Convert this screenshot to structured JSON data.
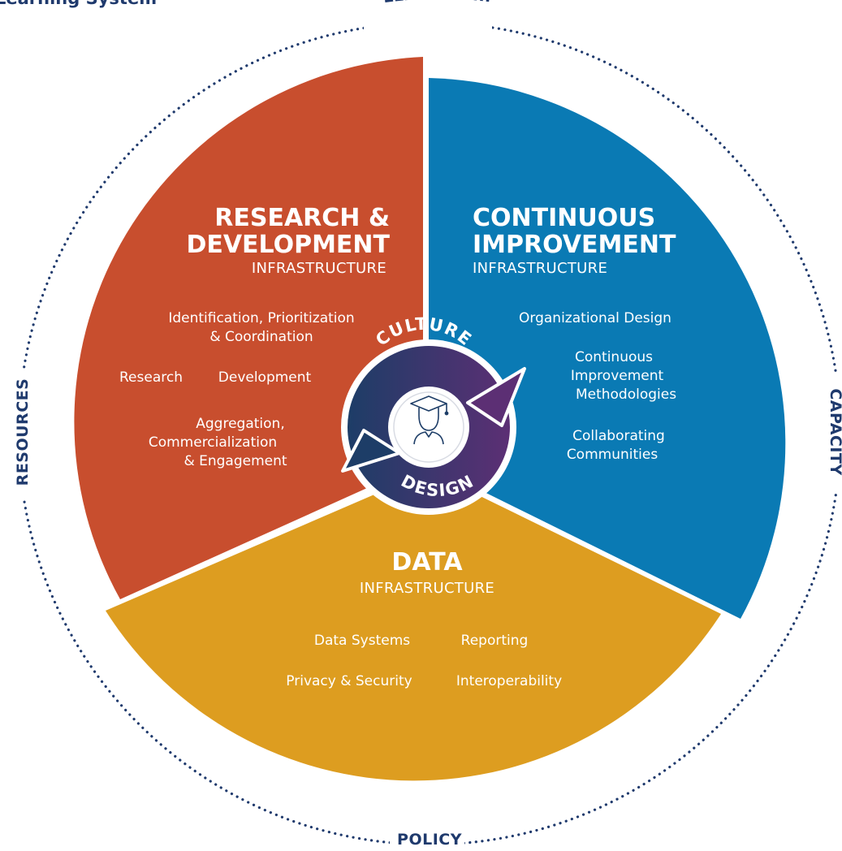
{
  "header": {
    "title": "Learning System"
  },
  "ring_labels": {
    "top": "LEADERSHIP",
    "left": "RESOURCES",
    "right": "CAPACITY",
    "bottom": "POLICY"
  },
  "sectors": {
    "research": {
      "title_line1": "RESEARCH &",
      "title_line2": "DEVELOPMENT",
      "subtitle": "INFRASTRUCTURE",
      "items": [
        "Identification, Prioritization",
        "& Coordination",
        "Research",
        "Development",
        "Aggregation,",
        "Commercialization",
        "& Engagement"
      ],
      "color": "#c84e2e"
    },
    "continuous": {
      "title_line1": "CONTINUOUS",
      "title_line2": "IMPROVEMENT",
      "subtitle": "INFRASTRUCTURE",
      "items": [
        "Organizational Design",
        "Continuous",
        "Improvement",
        "Methodologies",
        "Collaborating",
        "Communities"
      ],
      "color": "#0a7ab4"
    },
    "data": {
      "title": "DATA",
      "subtitle": "INFRASTRUCTURE",
      "items": [
        "Data Systems",
        "Reporting",
        "Privacy & Security",
        "Interoperability"
      ],
      "color": "#dd9d20"
    }
  },
  "hub": {
    "top_word": "CULTURE",
    "bottom_word": "DESIGN",
    "center_icon": "graduate-icon",
    "colors": {
      "navy": "#1d3d67",
      "purple": "#5c2f74"
    }
  },
  "ring_color": "#1f3a6d"
}
